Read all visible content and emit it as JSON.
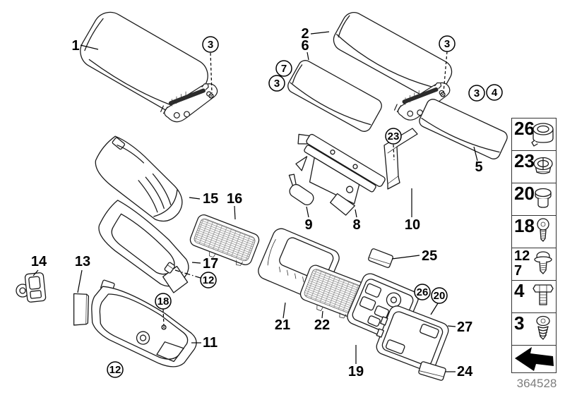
{
  "figure": {
    "number": "364528"
  },
  "part_labels": {
    "p1": "1",
    "p2": "2",
    "p5": "5",
    "p6": "6",
    "p8": "8",
    "p9": "9",
    "p10": "10",
    "p11": "11",
    "p13": "13",
    "p14": "14",
    "p15": "15",
    "p16": "16",
    "p17": "17",
    "p19": "19",
    "p21": "21",
    "p22": "22",
    "p24": "24",
    "p25": "25",
    "p27": "27"
  },
  "callouts": {
    "c3_lid_left": "3",
    "c3_lid_right": "3",
    "c7": "7",
    "c3_pad6": "3",
    "c3_pad5": "3",
    "c4_pad5": "4",
    "c23": "23",
    "c12_frame": "12",
    "c18": "18",
    "c12_housing": "12",
    "c26": "26",
    "c20": "20"
  },
  "legend": {
    "rows": [
      {
        "labels": [
          "26"
        ],
        "icon": "bushing"
      },
      {
        "labels": [
          "23"
        ],
        "icon": "clip-nut"
      },
      {
        "labels": [
          "20"
        ],
        "icon": "cap-plug"
      },
      {
        "labels": [
          "18"
        ],
        "icon": "torx-screw"
      },
      {
        "labels": [
          "12",
          "7"
        ],
        "icon": "washer-screw"
      },
      {
        "labels": [
          "4"
        ],
        "icon": "hex-bolt"
      },
      {
        "labels": [
          "3"
        ],
        "icon": "coarse-thread-screw"
      }
    ],
    "arrow_icon": "direction-arrow"
  }
}
